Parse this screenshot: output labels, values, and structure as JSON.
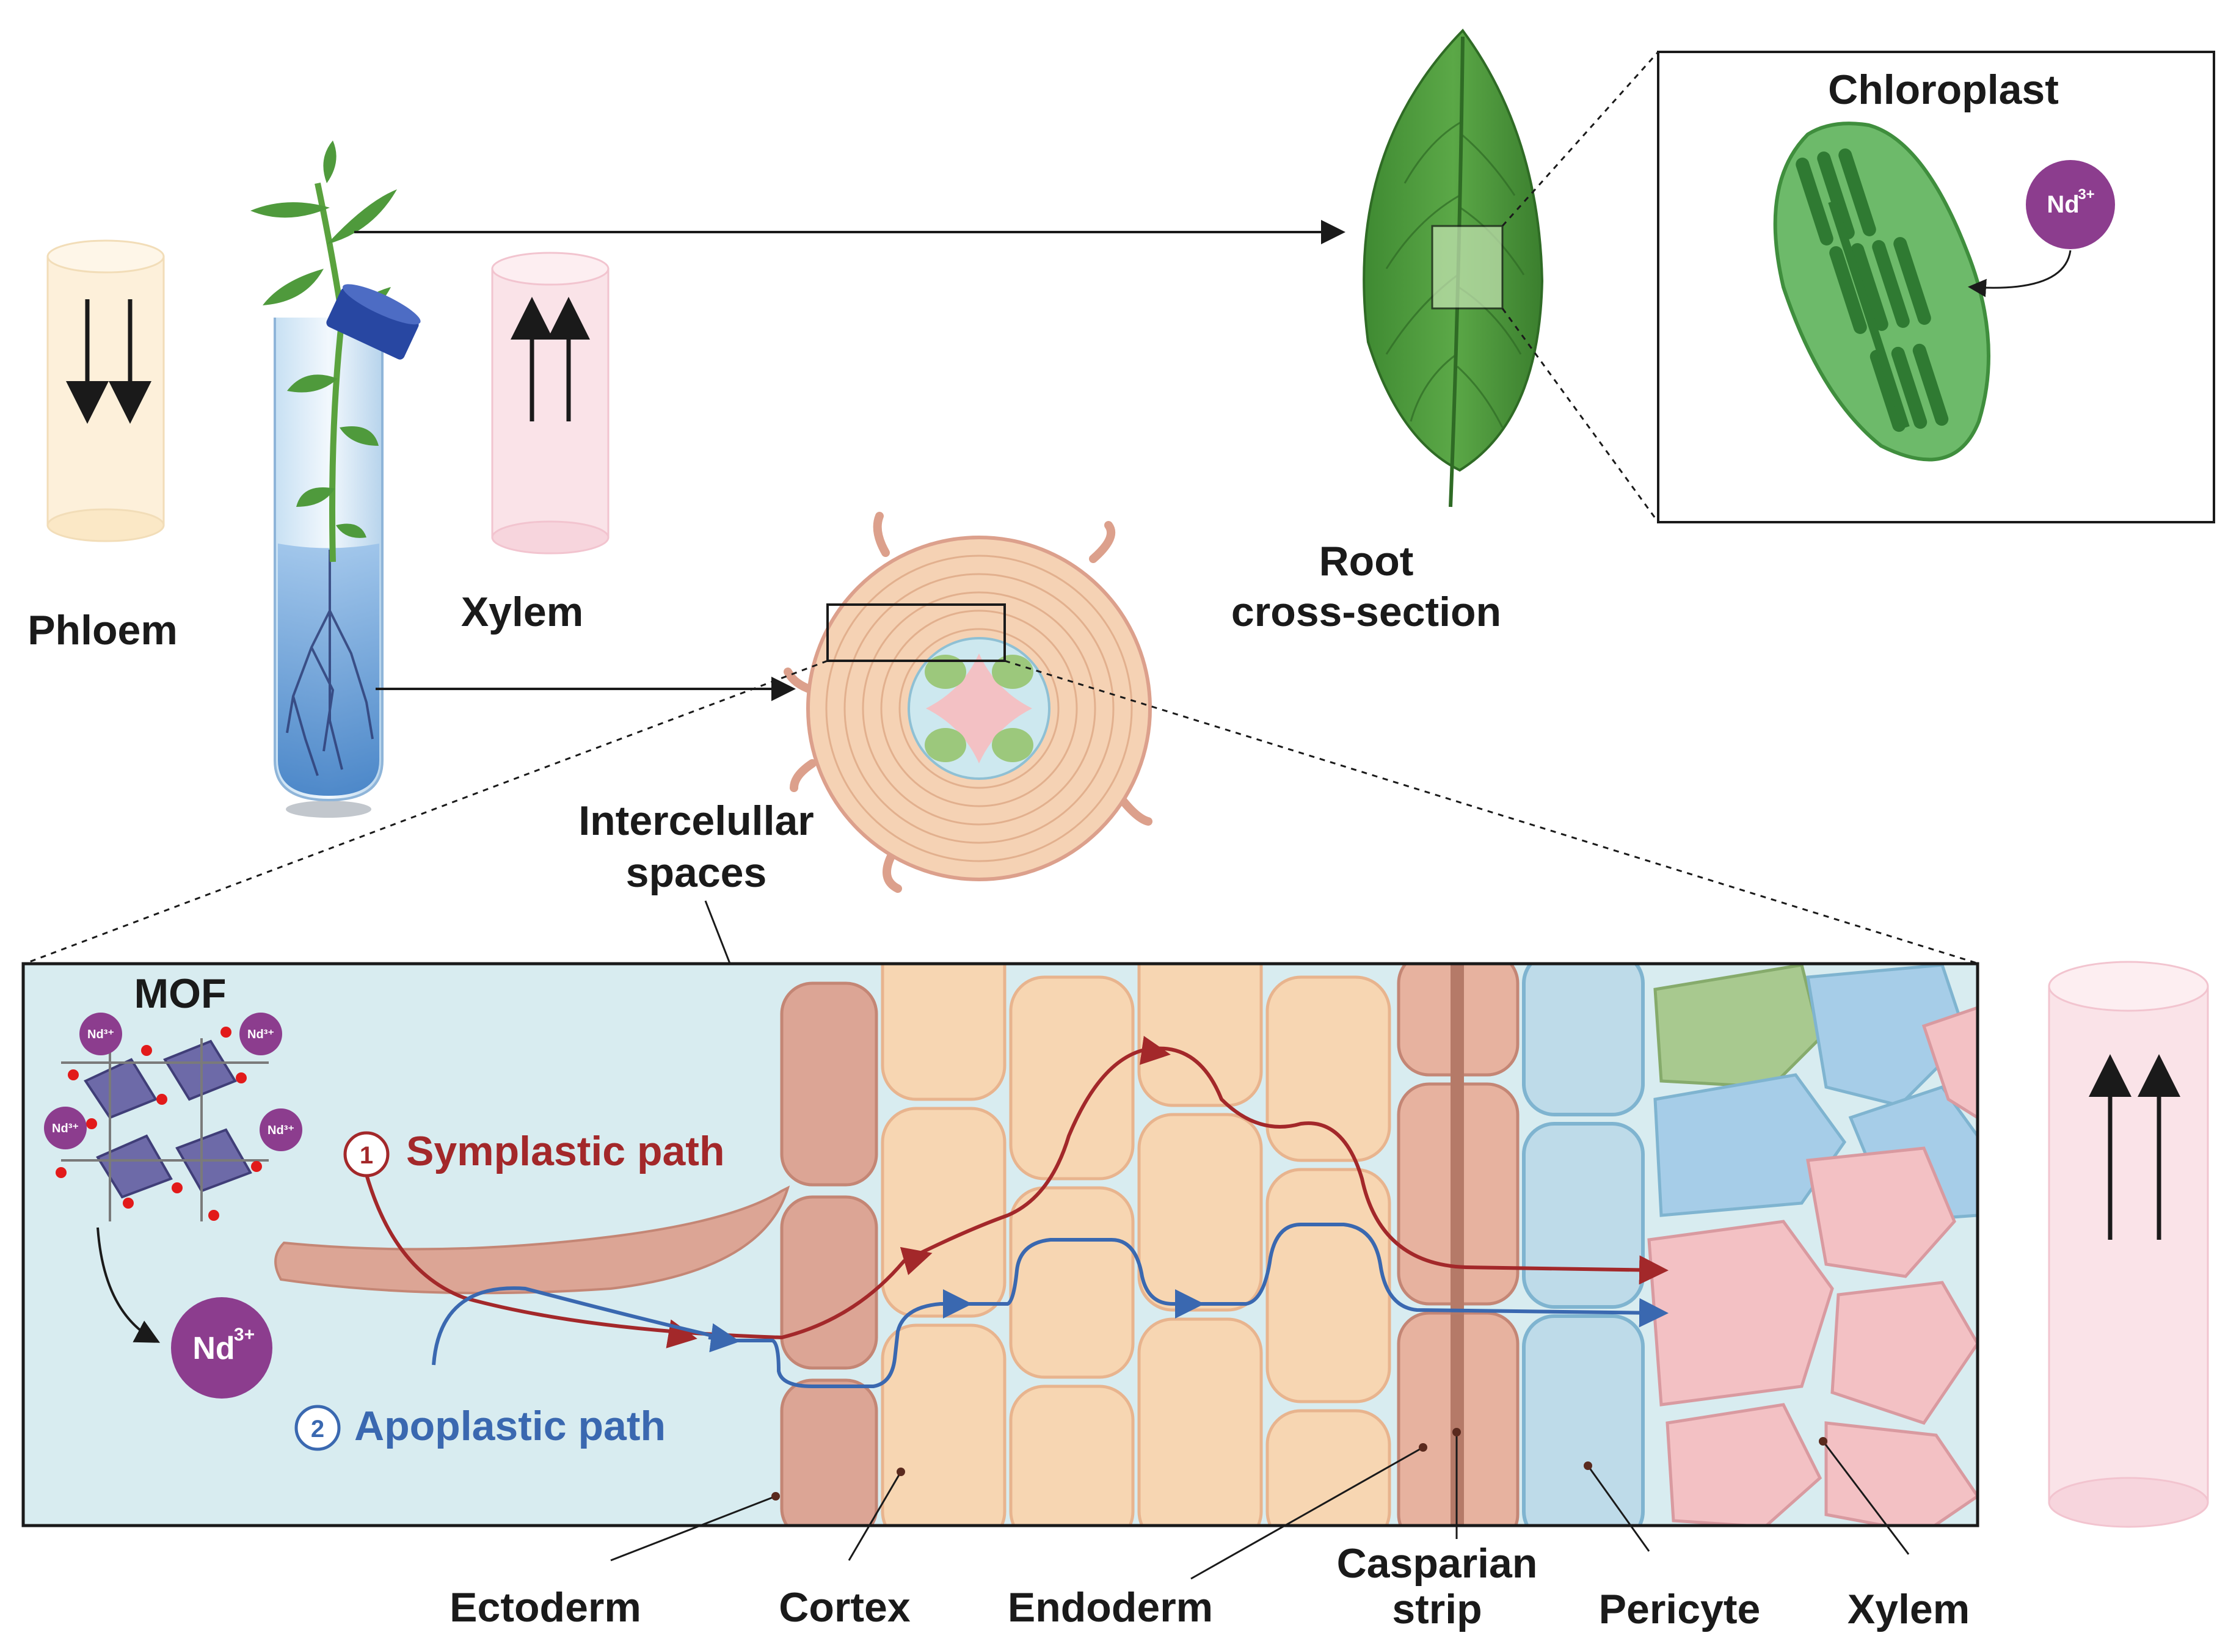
{
  "labels": {
    "phloem": "Phloem",
    "xylem_top": "Xylem",
    "root_cross_section_line1": "Root",
    "root_cross_section_line2": "cross-section",
    "chloroplast": "Chloroplast",
    "nd_chloroplast_base": "Nd",
    "nd_chloroplast_sup": "3+",
    "intercellular_line1": "Intercelullar",
    "intercellular_line2": "spaces",
    "mof": "MOF",
    "nd_small": "Nd³⁺",
    "nd_big_base": "Nd",
    "nd_big_sup": "3+",
    "symplastic_num": "1",
    "symplastic_path": "Symplastic path",
    "apoplastic_num": "2",
    "apoplastic_path": "Apoplastic path",
    "ectoderm": "Ectoderm",
    "cortex": "Cortex",
    "endoderm": "Endoderm",
    "casparian_line1": "Casparian",
    "casparian_line2": "strip",
    "pericyte": "Pericyte",
    "xylem_bottom": "Xylem"
  },
  "colors": {
    "symplastic": "#a3282a",
    "apoplastic": "#3a68b0",
    "nd_ion": "#8c3d8e",
    "leaf": "#4f9a3c",
    "chloroplast": "#6dba6a",
    "phloem_tube": "#fdf0da",
    "xylem_tube": "#fae3e8",
    "medium_bg": "#d8ecf0",
    "ectoderm_cell": "#dca595",
    "cortex_cell": "#f7d6b2",
    "pericyte_cell": "#bedbe9",
    "xylem_cell": "#f3c1c4"
  }
}
